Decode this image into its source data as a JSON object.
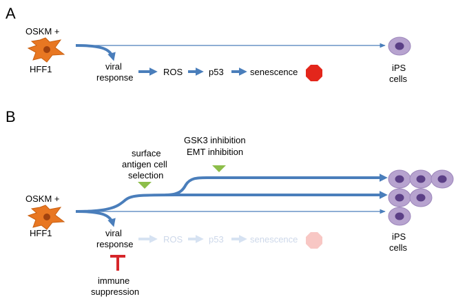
{
  "panels": [
    {
      "letter": "A",
      "treatment": "OSKM +",
      "cell_line": "HFF1",
      "viral_response": [
        "viral",
        "response"
      ],
      "pathway": [
        "ROS",
        "p53",
        "senescence"
      ],
      "outcome": [
        "iPS",
        "cells"
      ]
    },
    {
      "letter": "B",
      "treatment": "OSKM +",
      "cell_line": "HFF1",
      "viral_response": [
        "viral",
        "response"
      ],
      "pathway": [
        "ROS",
        "p53",
        "senescence"
      ],
      "outcome": [
        "iPS",
        "cells"
      ],
      "surface_selection": [
        "surface",
        "antigen cell",
        "selection"
      ],
      "inhibition": [
        "GSK3 inhibition",
        "EMT inhibition"
      ],
      "immune": [
        "immune",
        "suppression"
      ]
    }
  ],
  "colors": {
    "arrow": "#4a7ebb",
    "arrow_faded": "#d6e2f2",
    "cell_body": "#e87722",
    "cell_nucleus": "#a0420f",
    "ips_outer": "#b7a3cf",
    "ips_nucleus": "#5b3f86",
    "stop": "#e3261b",
    "stop_faded": "#f8c7c4",
    "marker": "#8dbe4a",
    "inhibitor": "#d6262a"
  },
  "icons": [
    "fibroblast-icon",
    "ips-cell-icon",
    "stop-sign-icon",
    "triangle-marker-icon",
    "inhibition-bar-icon"
  ]
}
